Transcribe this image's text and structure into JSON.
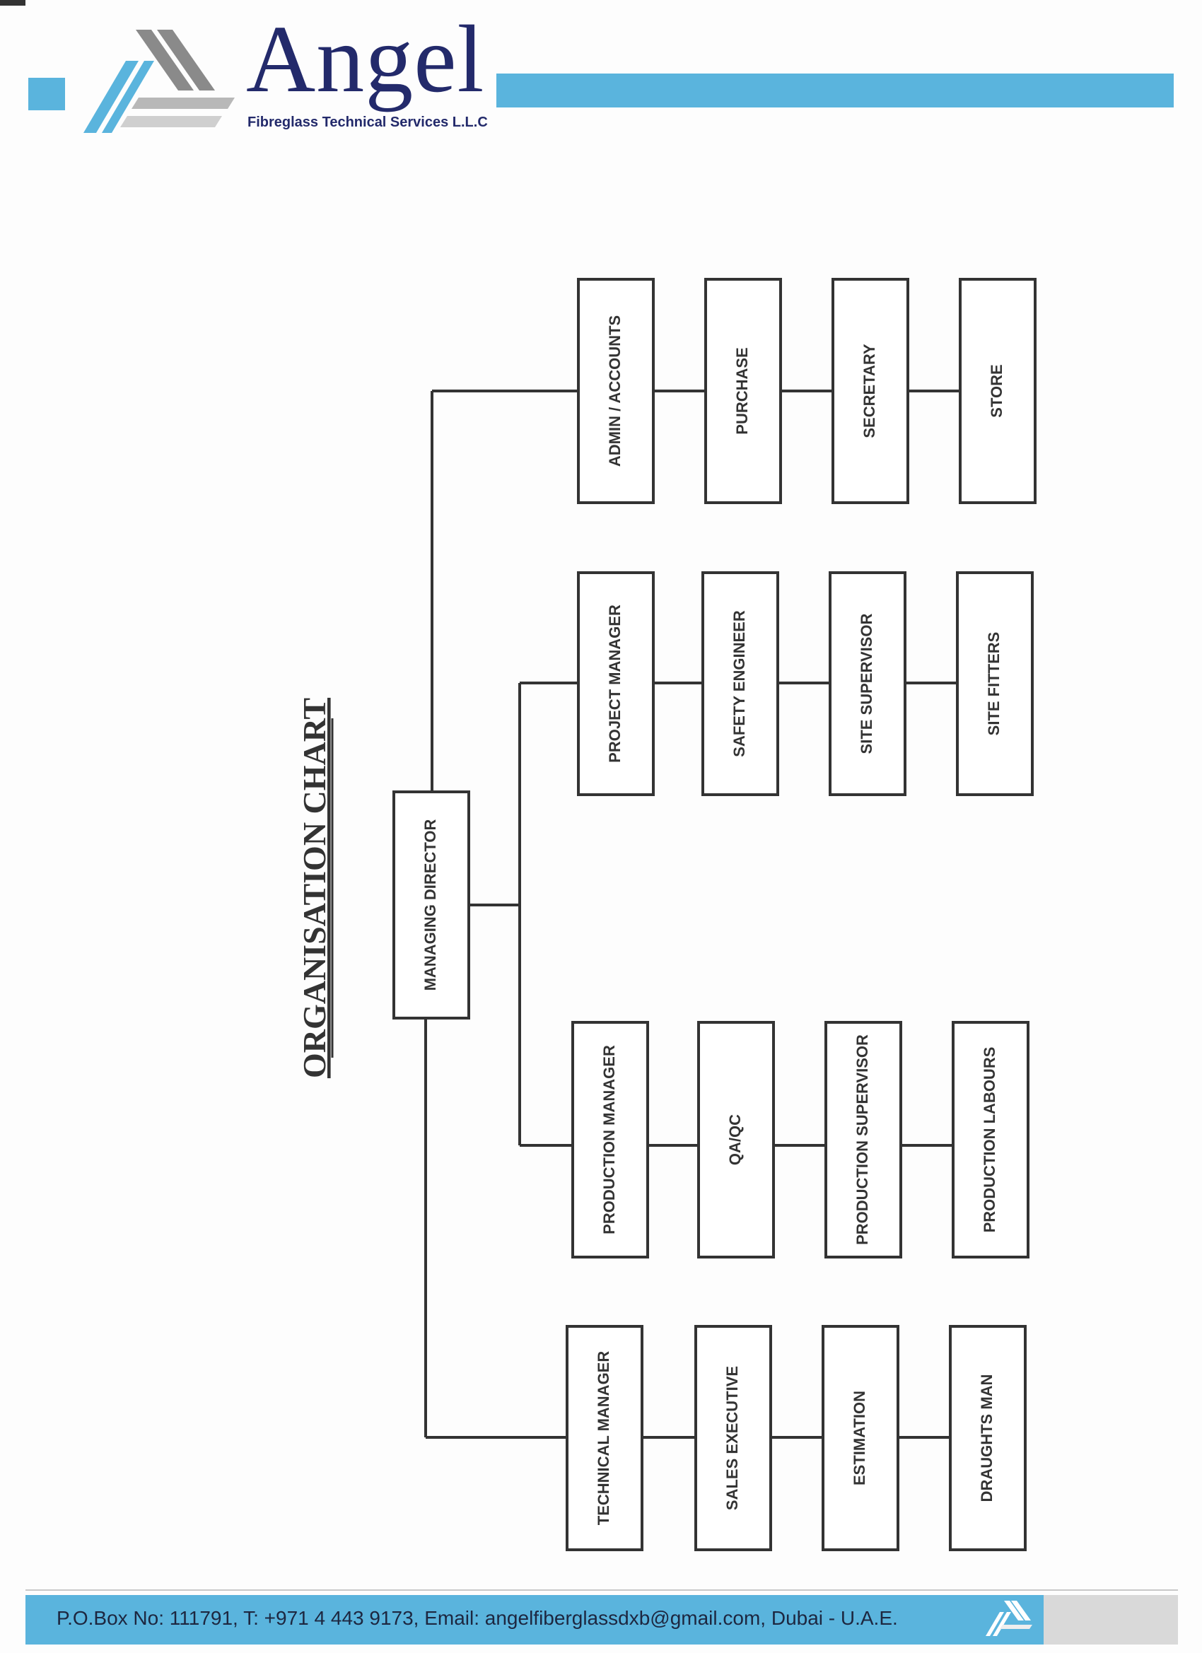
{
  "company": {
    "name": "Angel",
    "subtitle": "Fibreglass Technical Services L.L.C"
  },
  "chart": {
    "title": "ORGANISATION CHART",
    "root": "MANAGING DIRECTOR",
    "departments": [
      {
        "head": "ADMIN / ACCOUNTS",
        "chain": [
          "PURCHASE",
          "SECRETARY",
          "STORE"
        ]
      },
      {
        "head": "PROJECT MANAGER",
        "chain": [
          "SAFETY ENGINEER",
          "SITE SUPERVISOR",
          "SITE FITTERS"
        ]
      },
      {
        "head": "PRODUCTION MANAGER",
        "chain": [
          "QA/QC",
          "PRODUCTION SUPERVISOR",
          "PRODUCTION LABOURS"
        ]
      },
      {
        "head": "TECHNICAL MANAGER",
        "chain": [
          "SALES EXECUTIVE",
          "ESTIMATION",
          "DRAUGHTS MAN"
        ]
      }
    ]
  },
  "footer": {
    "contact": "P.O.Box No: 111791, T: +971 4 443 9173, Email: angelfiberglassdxb@gmail.com, Dubai - U.A.E."
  },
  "colors": {
    "accent": "#5ab4dd",
    "navy": "#232a6b",
    "grey": "#9a9a9a",
    "line": "#333333"
  }
}
